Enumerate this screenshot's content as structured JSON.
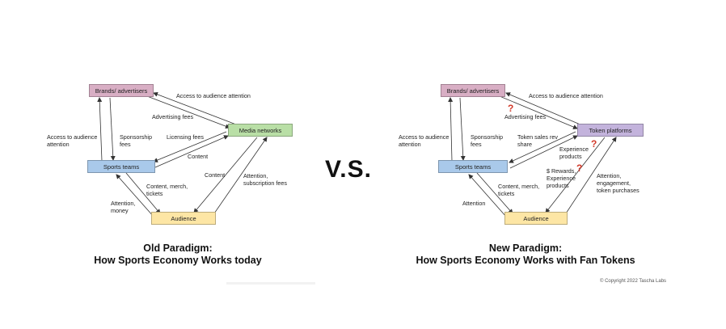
{
  "separator_text": "V.S.",
  "copyright": "© Copyright 2022 Tascha Labs",
  "colors": {
    "brands": "#d8aec4",
    "media": "#b9dfa6",
    "sports": "#a9c9ea",
    "audience": "#fde6a5",
    "token": "#c3b3dc",
    "question_mark": "#d23a2a"
  },
  "old": {
    "caption": "Old Paradigm:\nHow Sports Economy Works today",
    "nodes": {
      "brands": "Brands/ advertisers",
      "media": "Media networks",
      "sports": "Sports teams",
      "audience": "Audience"
    },
    "labels": {
      "access": "Access to audience attention",
      "advertising": "Advertising fees",
      "access_left": "Access to audience\nattention",
      "sponsorship": "Sponsorship\nfees",
      "licensing": "Licensing fees",
      "content_mid": "Content",
      "content_right": "Content",
      "attention_sub": "Attention,\nsubscription fees",
      "content_merch": "Content, merch,\ntickets",
      "attention_money": "Attention,\nmoney"
    }
  },
  "new": {
    "caption": "New Paradigm:\nHow Sports Economy Works with Fan Tokens",
    "nodes": {
      "brands": "Brands/ advertisers",
      "token": "Token platforms",
      "sports": "Sports teams",
      "audience": "Audience"
    },
    "labels": {
      "access": "Access to audience attention",
      "advertising": "Advertising fees",
      "access_left": "Access to audience\nattention",
      "sponsorship": "Sponsorship\nfees",
      "token_sales": "Token sales rev\nshare",
      "experience": "Experience\nproducts",
      "rewards": "$ Rewards,\nExperience\nproducts",
      "attention_eng": "Attention,\nengagement,\ntoken purchases",
      "content_merch": "Content, merch,\ntickets",
      "attention": "Attention"
    },
    "question_marks": [
      "?",
      "?",
      "?"
    ]
  }
}
